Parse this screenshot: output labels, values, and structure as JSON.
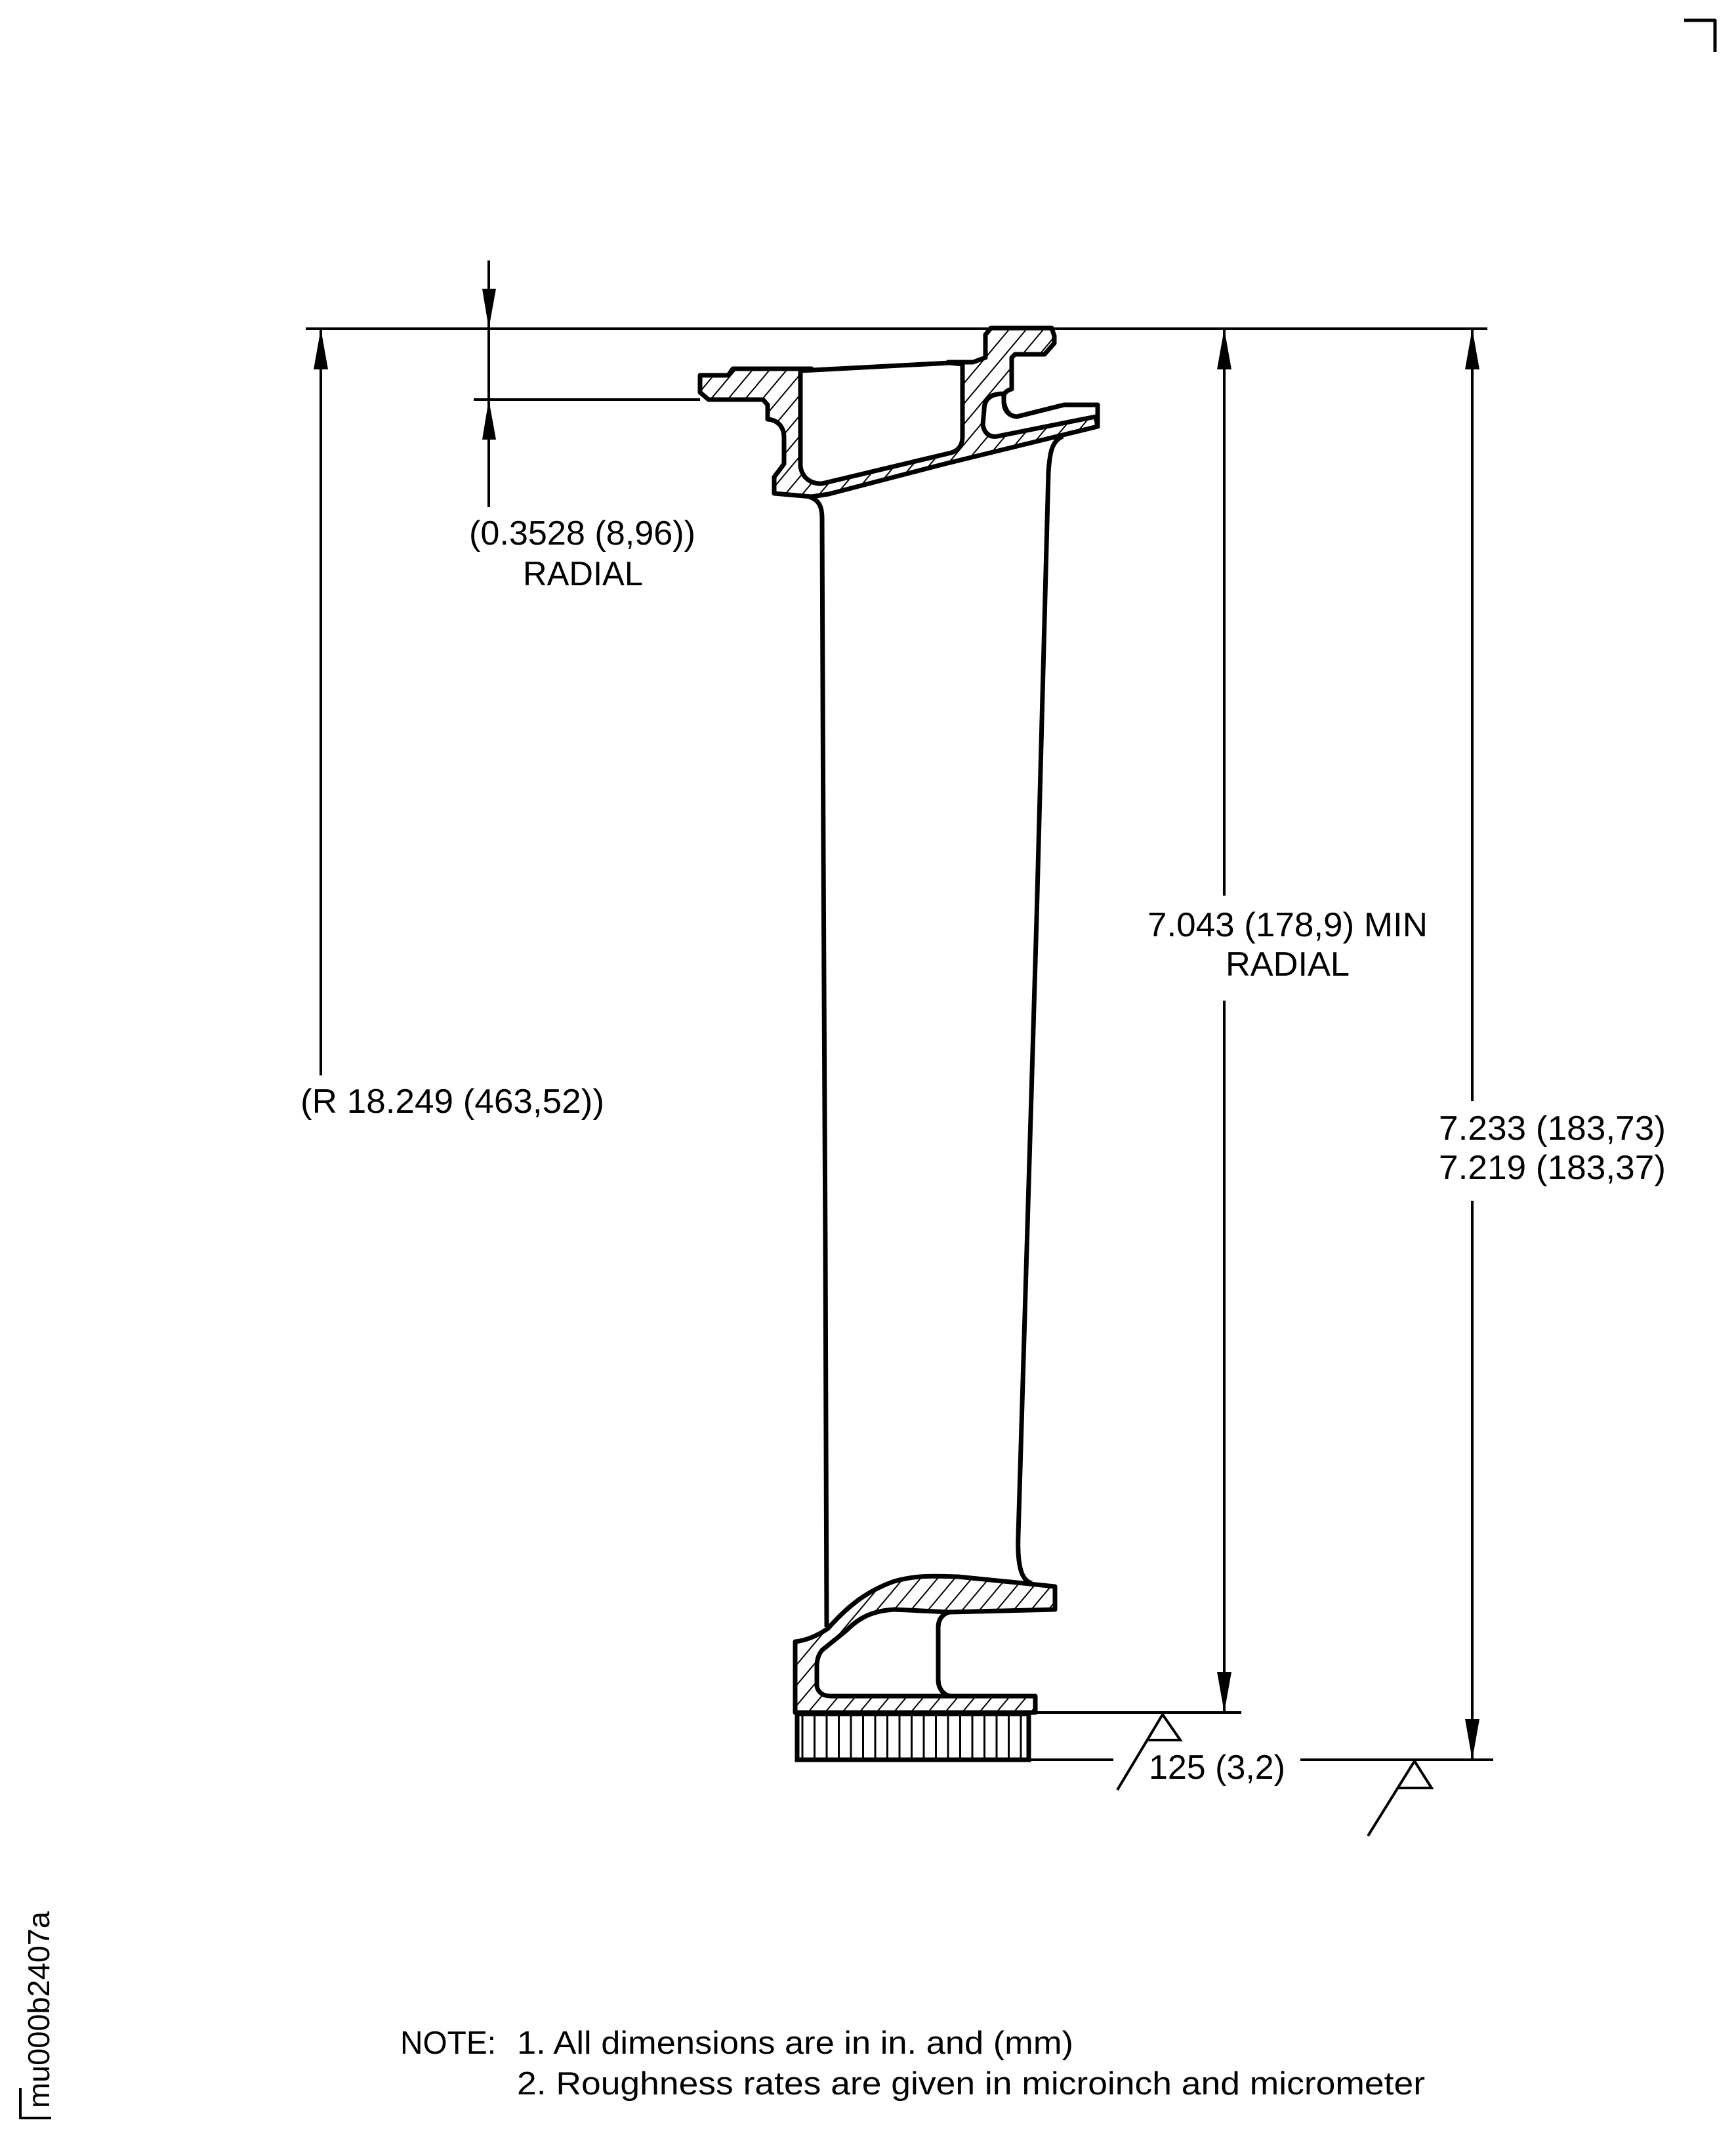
{
  "drawing": {
    "figure_id": "mu000b2407a",
    "colors": {
      "line": "#000000",
      "background": "#ffffff"
    }
  },
  "dimensions": {
    "shroud_offset": {
      "value": "(0.3528 (8,96))",
      "qualifier": "RADIAL"
    },
    "reference_radius": {
      "value": "(R 18.249 (463,52))"
    },
    "min_radial": {
      "value": "7.043 (178,9) MIN",
      "qualifier": "RADIAL"
    },
    "overall_length": {
      "upper": "7.233 (183,73)",
      "lower": "7.219 (183,37)"
    }
  },
  "surface_finish": {
    "roughness_label": "125 (3,2)",
    "symbols": [
      "roughness-symbol-platform",
      "roughness-symbol-base"
    ]
  },
  "notes": {
    "prefix": "NOTE:",
    "items": [
      "1. All dimensions are in in. and (mm)",
      "2. Roughness rates are given in microinch and micrometer"
    ]
  }
}
